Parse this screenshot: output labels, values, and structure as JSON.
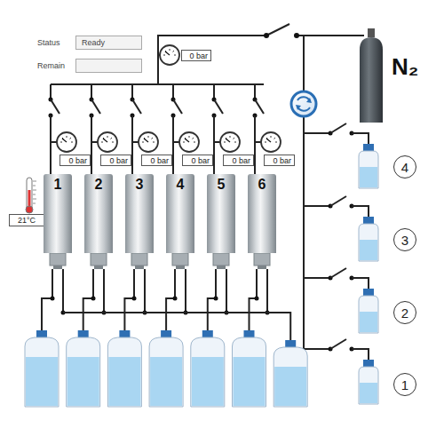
{
  "diagram": {
    "nodes": [
      {
        "text": [
          "Status",
          "Ready"
        ]
      },
      {
        "text": [
          "Remain"
        ]
      },
      {
        "text": [
          "0 bar"
        ]
      },
      {
        "text": [
          "0 bar"
        ]
      },
      {
        "text": [
          "0 bar"
        ]
      },
      {
        "text": [
          "0 bar"
        ]
      },
      {
        "text": [
          "0 bar"
        ]
      },
      {
        "text": [
          "0 bar"
        ]
      },
      {
        "text": [
          "0 bar"
        ]
      },
      {
        "text": [
          "21°C"
        ]
      },
      {
        "text": [
          "1"
        ]
      },
      {
        "text": [
          "2"
        ]
      },
      {
        "text": [
          "3"
        ]
      },
      {
        "text": [
          "4"
        ]
      },
      {
        "text": [
          "5"
        ]
      },
      {
        "text": [
          "6"
        ]
      },
      {
        "text": [
          "4"
        ]
      },
      {
        "text": [
          "3"
        ]
      },
      {
        "text": [
          "2"
        ]
      },
      {
        "text": [
          "1"
        ]
      }
    ],
    "labels": [
      "N₂"
    ]
  }
}
